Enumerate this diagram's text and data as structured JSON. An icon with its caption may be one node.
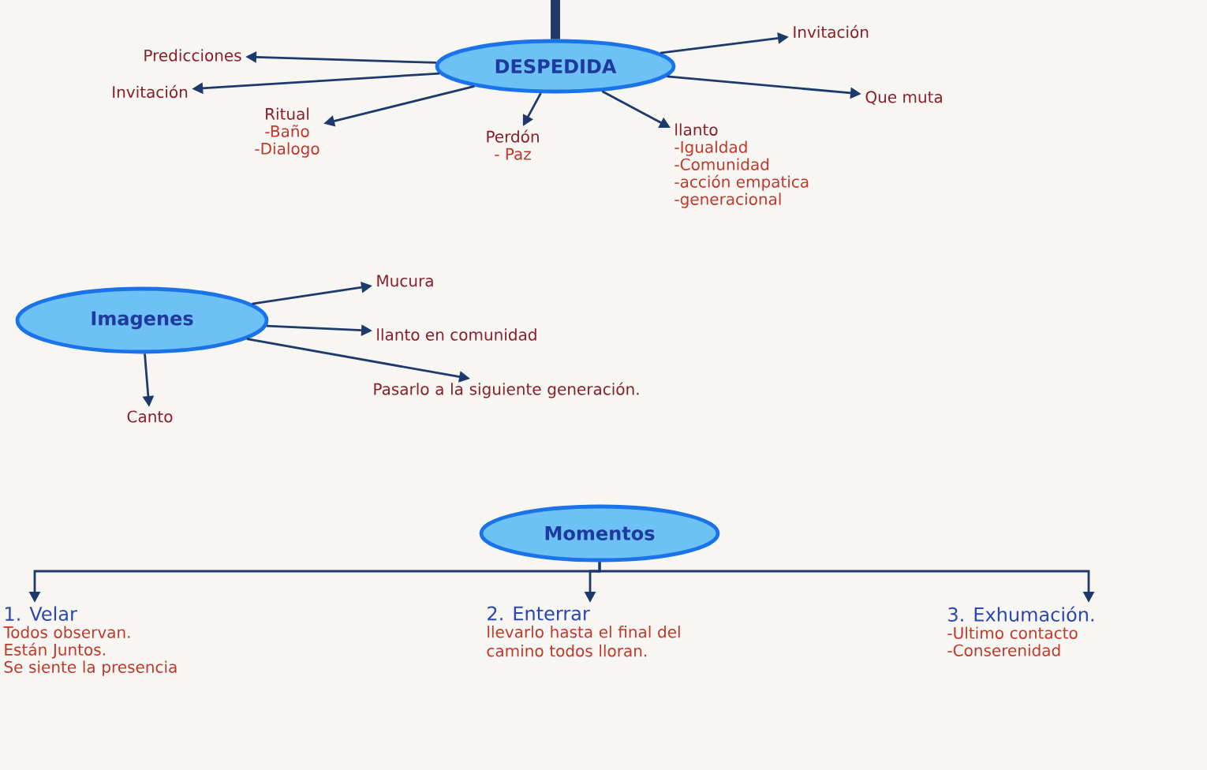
{
  "diagram": {
    "nodes": [
      {
        "text": [
          "DESPEDIDA"
        ]
      },
      {
        "text": [
          "Predicciones"
        ]
      },
      {
        "text": [
          "Invitación"
        ]
      },
      {
        "text": [
          "Ritual",
          "-Baño",
          "-Dialogo"
        ]
      },
      {
        "text": [
          "Perdón",
          "- Paz"
        ]
      },
      {
        "text": [
          "llanto",
          "-Igualdad",
          "-Comunidad",
          "-acción empatica",
          "-generacional"
        ]
      },
      {
        "text": [
          "Invitación"
        ]
      },
      {
        "text": [
          "Que muta"
        ]
      },
      {
        "text": [
          "Imagenes"
        ]
      },
      {
        "text": [
          "Mucura"
        ]
      },
      {
        "text": [
          "llanto en comunidad"
        ]
      },
      {
        "text": [
          "Pasarlo a la siguiente generación."
        ]
      },
      {
        "text": [
          "Canto"
        ]
      },
      {
        "text": [
          "Momentos"
        ]
      },
      {
        "text": [
          "1. Velar",
          "Todos observan.",
          "Están Juntos.",
          "Se siente la presencia"
        ]
      },
      {
        "text": [
          "2. Enterrar",
          "llevarlo hasta el final del camino todos lloran."
        ]
      },
      {
        "text": [
          "3. Exhumación.",
          "-Ultimo contacto",
          "-Conserenidad"
        ]
      }
    ],
    "edges": [
      {
        "from": null,
        "to": 0,
        "arrow": "none",
        "style": "thick"
      },
      {
        "from": 0,
        "to": 1,
        "arrow": "to"
      },
      {
        "from": 0,
        "to": 2,
        "arrow": "to"
      },
      {
        "from": 0,
        "to": 3,
        "arrow": "to"
      },
      {
        "from": 0,
        "to": 4,
        "arrow": "to"
      },
      {
        "from": 0,
        "to": 5,
        "arrow": "to"
      },
      {
        "from": 0,
        "to": 6,
        "arrow": "to"
      },
      {
        "from": 0,
        "to": 7,
        "arrow": "to"
      },
      {
        "from": 8,
        "to": 9,
        "arrow": "to"
      },
      {
        "from": 8,
        "to": 10,
        "arrow": "to"
      },
      {
        "from": 8,
        "to": 11,
        "arrow": "to"
      },
      {
        "from": 8,
        "to": 12,
        "arrow": "to"
      },
      {
        "from": 13,
        "to": 14,
        "arrow": "to"
      },
      {
        "from": 13,
        "to": 15,
        "arrow": "to"
      },
      {
        "from": 13,
        "to": 16,
        "arrow": "to"
      }
    ]
  }
}
